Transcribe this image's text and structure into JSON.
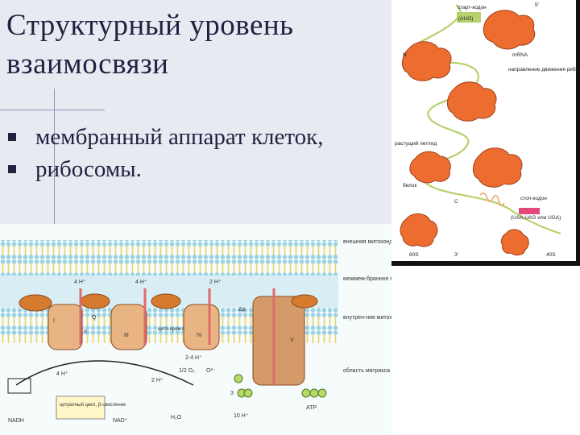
{
  "slide": {
    "title": "Структурный уровень взаимосвязи",
    "bullets": [
      "мембранный аппарат клеток,",
      "рибосомы."
    ]
  },
  "ribosome_figure": {
    "labels": {
      "start_codon": "старт-кодон",
      "start_codon_seq": "(AUG)",
      "five_prime": "5'",
      "three_prime": "3'",
      "mrna": "mRNA",
      "direction": "направление движения рибосомы",
      "n_terminus": "N",
      "growing_peptide": "растущий пептид",
      "protein": "белок",
      "c_terminus": "C",
      "stop_codon": "стоп-кодон",
      "stop_codon_seq": "(UAA,UAG или UGA)",
      "subunit_60s": "60S",
      "subunit_40s": "40S"
    }
  },
  "mito_figure": {
    "labels": {
      "outer_membrane": "внешняя митохонд-риальная мембрана",
      "intermembrane": "межмем-бранное простран-ство",
      "inner_membrane": "внутрен-няя митохонд-риальная мембрана",
      "matrix": "область матрикса",
      "h4_a": "4 H⁺",
      "h4_b": "4 H⁺",
      "h2_top": "2 H⁺",
      "h4_bottom": "4 H⁺",
      "h24": "2-4 H⁺",
      "h2_bottom": "2 H⁺",
      "half_o2": "1/2 O₂",
      "o2_minus": "O²⁻",
      "h2o": "H₂O",
      "h10": "10 H⁺",
      "nadh": "NADH",
      "nad": "NAD⁺",
      "cycle": "цитратный цикл, β-окисление",
      "atp": "ATP",
      "cytochrome": "цито-хром с",
      "delta_p": "Δp",
      "q": "Q",
      "p3": "3",
      "roman": [
        "I",
        "II",
        "III",
        "IV",
        "V"
      ]
    }
  }
}
